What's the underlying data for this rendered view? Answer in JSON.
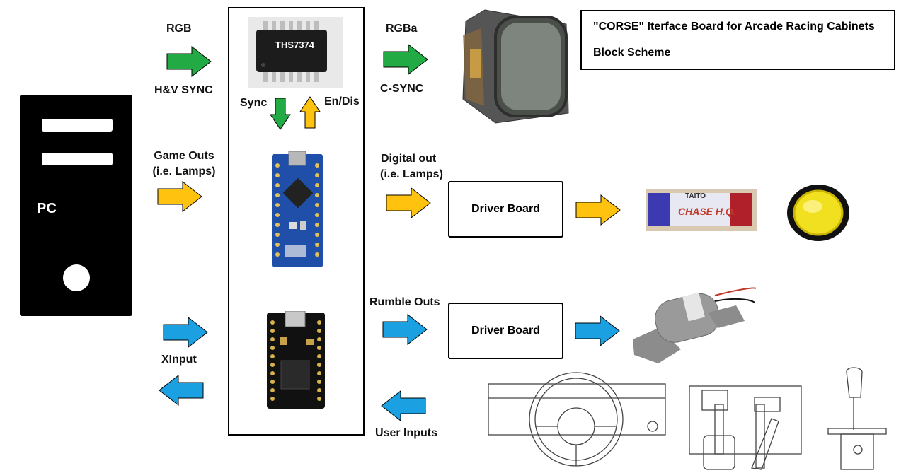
{
  "title_box": {
    "line1": "\"CORSE\" Iterface Board for Arcade Racing Cabinets",
    "line2": "Block Scheme"
  },
  "pc": {
    "label": "PC"
  },
  "labels": {
    "rgb": "RGB",
    "hv_sync": "H&V SYNC",
    "game_outs_1": "Game Outs",
    "game_outs_2": "(i.e. Lamps)",
    "xinput": "XInput",
    "sync": "Sync",
    "en_dis": "En/Dis",
    "rgba": "RGBa",
    "c_sync": "C-SYNC",
    "digital_out_1": "Digital out",
    "digital_out_2": "(i.e. Lamps)",
    "rumble_outs": "Rumble Outs",
    "user_inputs": "User Inputs"
  },
  "chip_label": "THS7374",
  "driver_boards": [
    "Driver Board",
    "Driver Board"
  ],
  "marquee": {
    "brand": "TAITO",
    "name": "CHASE H.Q."
  },
  "colors": {
    "green": "#22aa44",
    "yellow": "#ffc20e",
    "blue": "#1ba1e2",
    "board_blue": "#1f4fa8"
  }
}
